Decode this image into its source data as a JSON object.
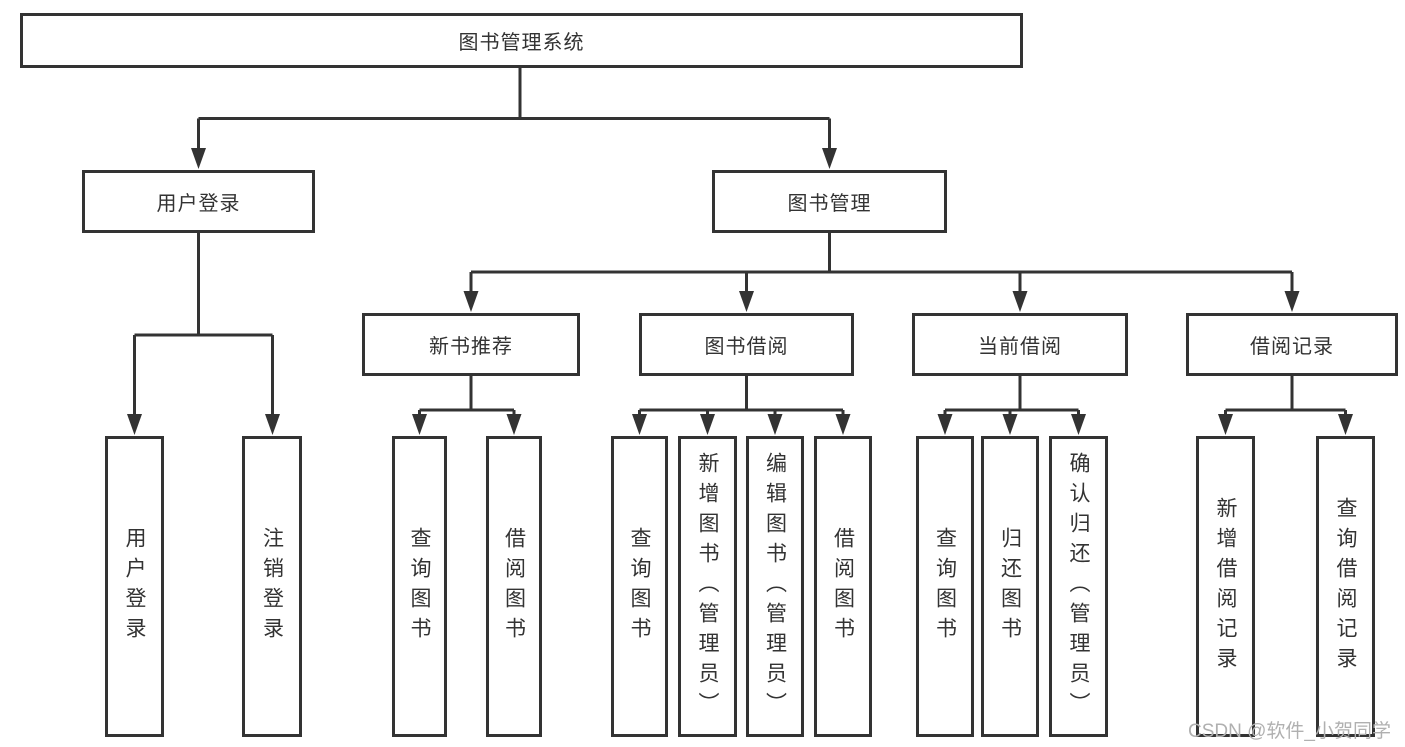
{
  "diagram": {
    "type": "tree",
    "colors": {
      "line": "#333333",
      "text": "#333333",
      "background": "#ffffff"
    },
    "root": {
      "label": "图书管理系统",
      "children": [
        {
          "label": "用户登录",
          "children": [
            {
              "label": "用户登录"
            },
            {
              "label": "注销登录"
            }
          ]
        },
        {
          "label": "图书管理",
          "children": [
            {
              "label": "新书推荐",
              "children": [
                {
                  "label": "查询图书"
                },
                {
                  "label": "借阅图书"
                }
              ]
            },
            {
              "label": "图书借阅",
              "children": [
                {
                  "label": "查询图书"
                },
                {
                  "label": "新增图书（管理员）"
                },
                {
                  "label": "编辑图书（管理员）"
                },
                {
                  "label": "借阅图书"
                }
              ]
            },
            {
              "label": "当前借阅",
              "children": [
                {
                  "label": "查询图书"
                },
                {
                  "label": "归还图书"
                },
                {
                  "label": "确认归还（管理员）"
                }
              ]
            },
            {
              "label": "借阅记录",
              "children": [
                {
                  "label": "新增借阅记录"
                },
                {
                  "label": "查询借阅记录"
                }
              ]
            }
          ]
        }
      ]
    }
  },
  "watermark": {
    "text": "CSDN @软件_小贺同学",
    "color": "#b0b0b0"
  }
}
